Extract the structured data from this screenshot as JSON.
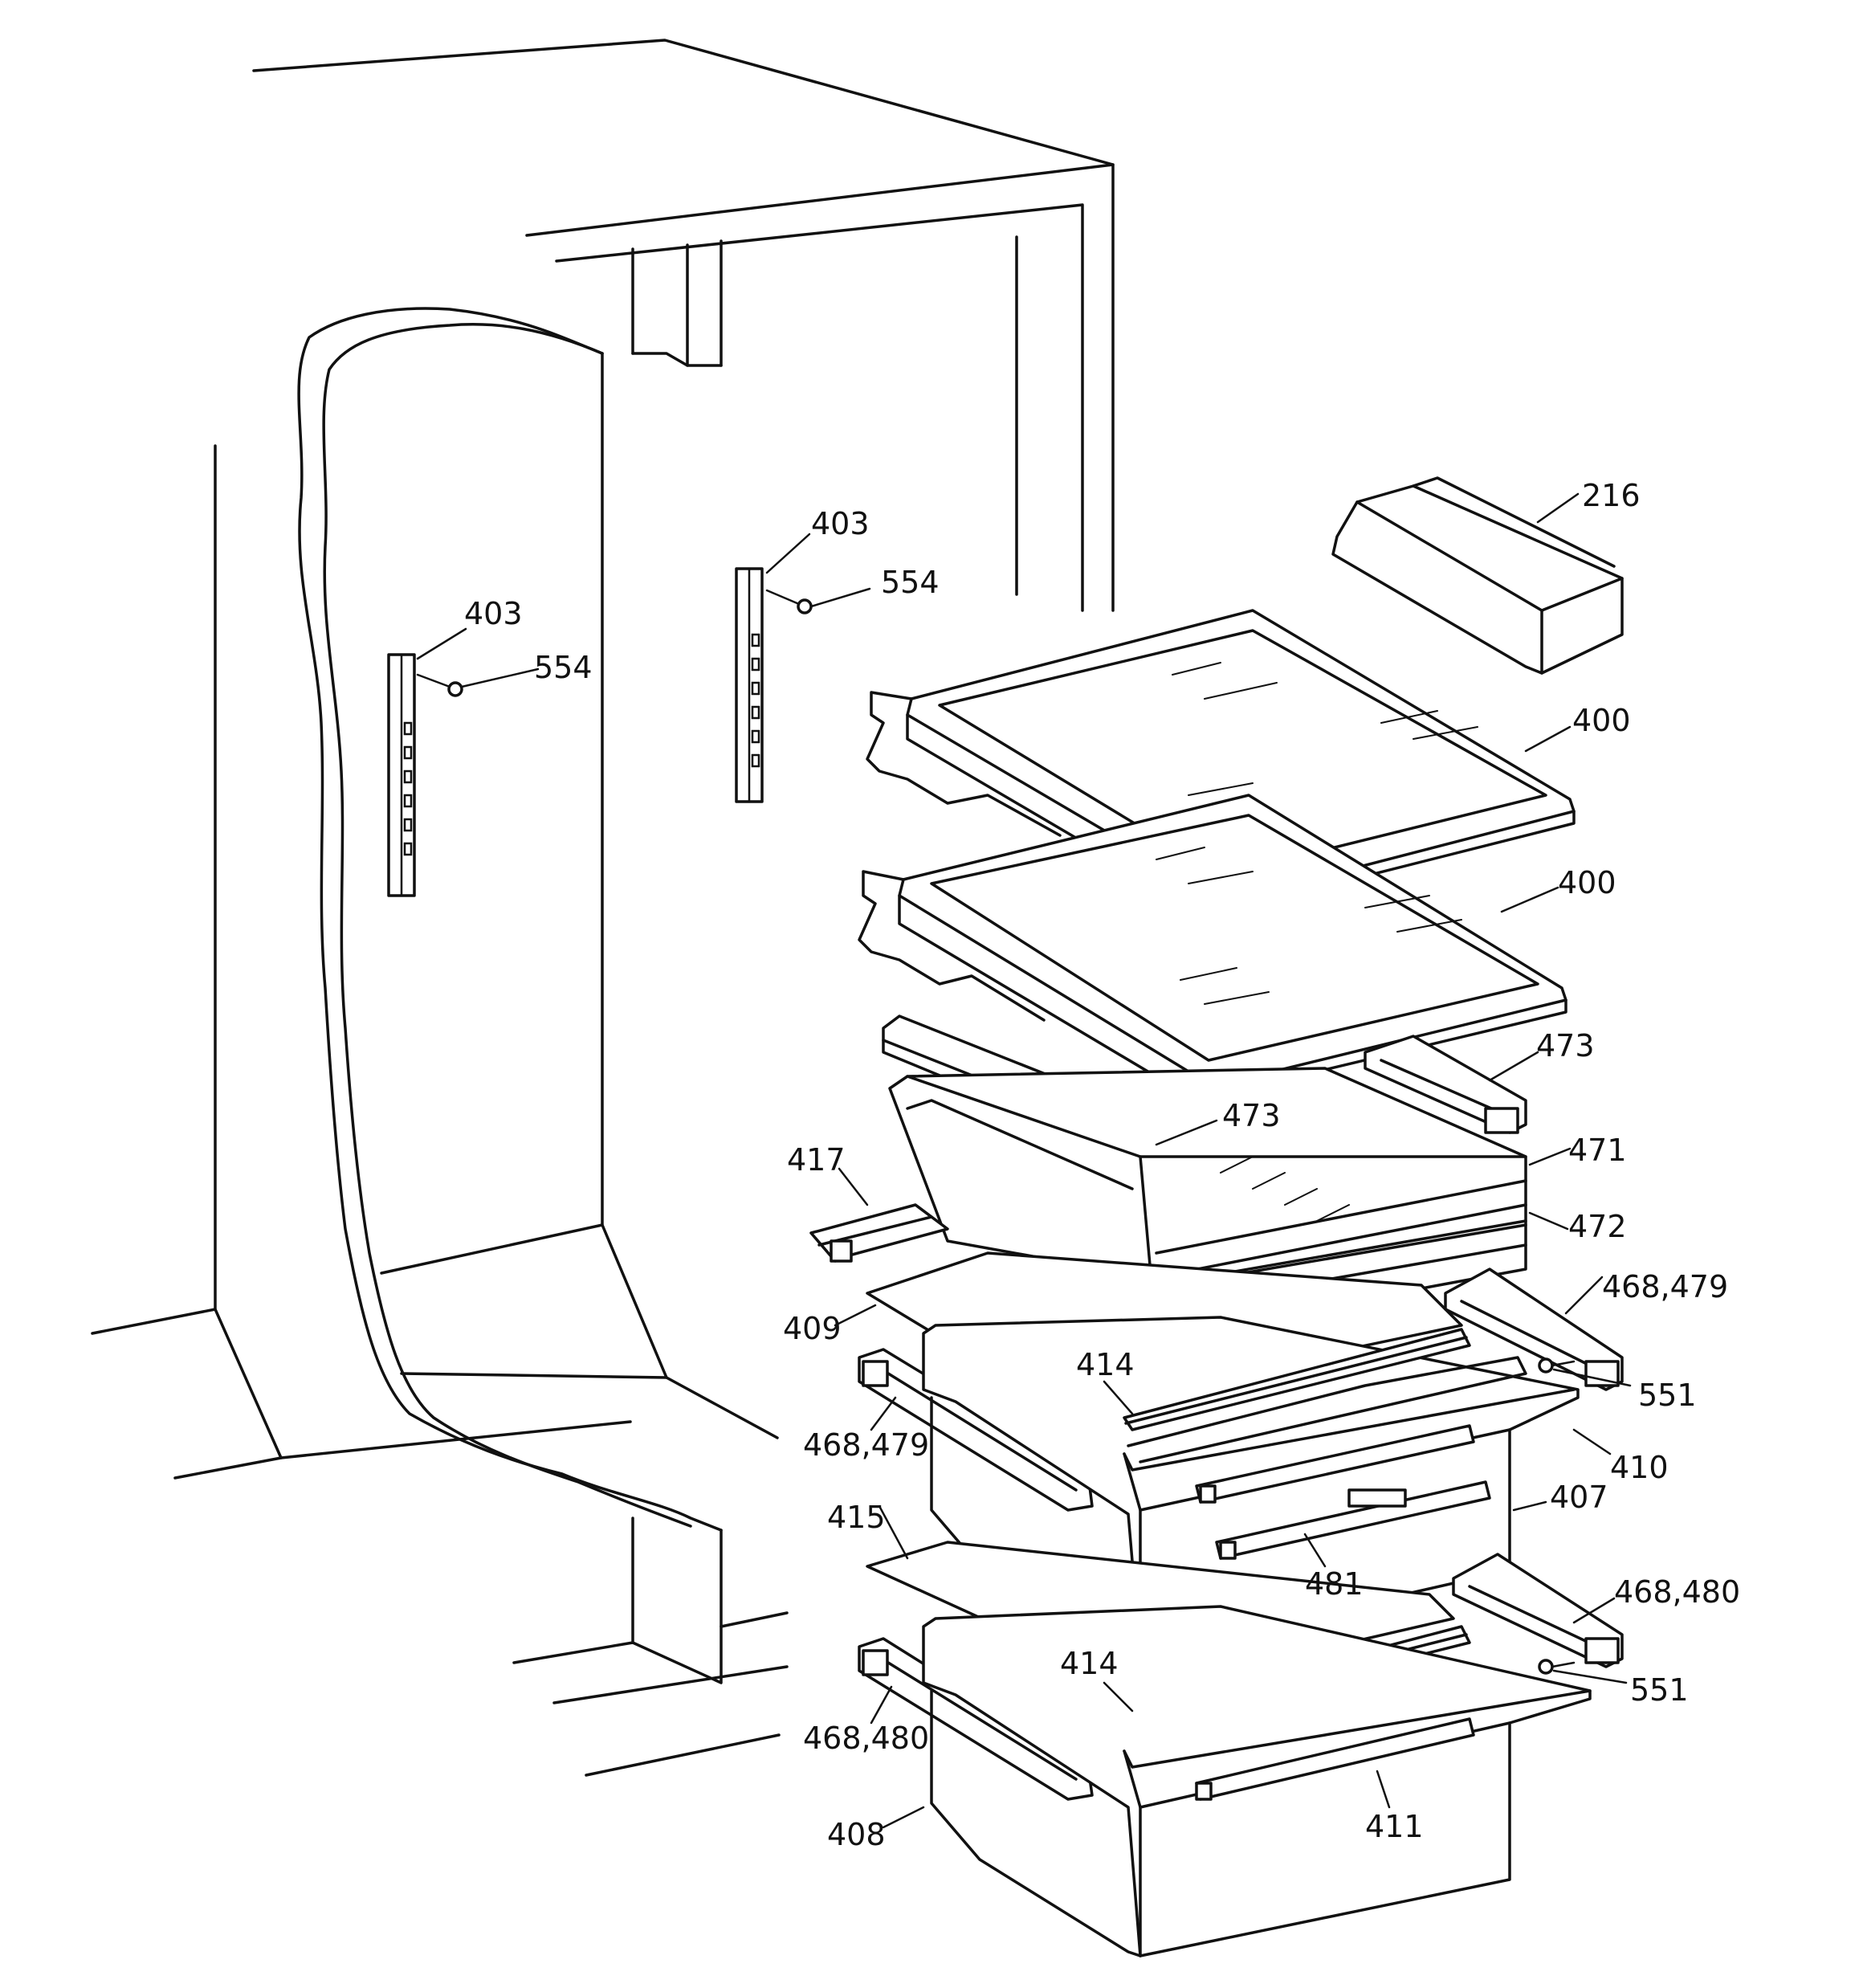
{
  "callouts": [
    {
      "id": "c216",
      "text": "216"
    },
    {
      "id": "c403a",
      "text": "403"
    },
    {
      "id": "c554a",
      "text": "554"
    },
    {
      "id": "c403b",
      "text": "403"
    },
    {
      "id": "c554b",
      "text": "554"
    },
    {
      "id": "c400a",
      "text": "400"
    },
    {
      "id": "c400b",
      "text": "400"
    },
    {
      "id": "c473a",
      "text": "473"
    },
    {
      "id": "c473b",
      "text": "473"
    },
    {
      "id": "c471",
      "text": "471"
    },
    {
      "id": "c417",
      "text": "417"
    },
    {
      "id": "c472",
      "text": "472"
    },
    {
      "id": "c468479a",
      "text": "468,479"
    },
    {
      "id": "c409",
      "text": "409"
    },
    {
      "id": "c414a",
      "text": "414"
    },
    {
      "id": "c551a",
      "text": "551"
    },
    {
      "id": "c468479b",
      "text": "468,479"
    },
    {
      "id": "c410",
      "text": "410"
    },
    {
      "id": "c407",
      "text": "407"
    },
    {
      "id": "c415",
      "text": "415"
    },
    {
      "id": "c481",
      "text": "481"
    },
    {
      "id": "c468480a",
      "text": "468,480"
    },
    {
      "id": "c414b",
      "text": "414"
    },
    {
      "id": "c551b",
      "text": "551"
    },
    {
      "id": "c468480b",
      "text": "468,480"
    },
    {
      "id": "c408",
      "text": "408"
    },
    {
      "id": "c411",
      "text": "411"
    }
  ]
}
